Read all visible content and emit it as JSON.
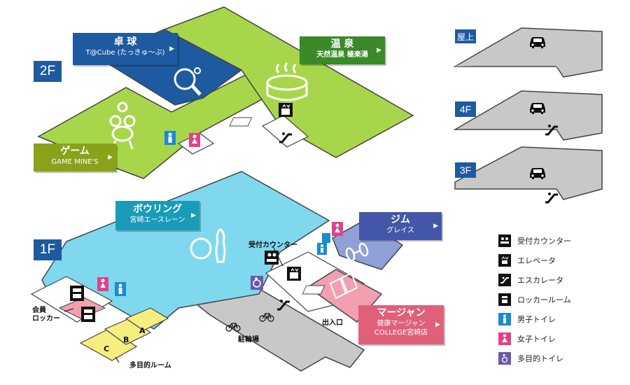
{
  "floors": {
    "f2": "2F",
    "f1": "1F",
    "roof": "屋上",
    "f4": "4F",
    "f3": "3F"
  },
  "callouts": {
    "pingpong": {
      "title": "卓 球",
      "sub": "T@Cube (たっきゅ〜ぶ)",
      "color": "#1e5aa0"
    },
    "onsen": {
      "title": "温 泉",
      "sub": "天然温泉 極楽湯",
      "color": "#3a8a2a"
    },
    "game": {
      "title": "ゲーム",
      "sub": "GAME MINE'S",
      "color": "#8aa11a"
    },
    "bowling": {
      "title": "ボウリング",
      "sub": "宮崎エースレーン",
      "color": "#1a9bb8"
    },
    "gym": {
      "title": "ジム",
      "sub": "グレイス",
      "color": "#4356a8"
    },
    "mahjong": {
      "title": "マージャン",
      "sub": "健康マージャン",
      "sub2": "COLLEGE宮崎店",
      "color": "#e0607a"
    }
  },
  "labels": {
    "reception": "受付カウンター",
    "member_locker_1": "会員",
    "member_locker_2": "ロッカー",
    "parking_bike": "駐輪場",
    "entrance": "出入口",
    "multipurpose_room": "多目的ルーム",
    "room_a": "A",
    "room_b": "B",
    "room_c": "C"
  },
  "legend": [
    {
      "icon": "reception-icon",
      "label": "受付カウンター"
    },
    {
      "icon": "elevator-icon",
      "label": "エレベータ"
    },
    {
      "icon": "escalator-icon",
      "label": "エスカレータ"
    },
    {
      "icon": "locker-icon",
      "label": "ロッカールーム"
    },
    {
      "icon": "men-toilet-icon",
      "label": "男子トイレ"
    },
    {
      "icon": "women-toilet-icon",
      "label": "女子トイレ"
    },
    {
      "icon": "accessible-toilet-icon",
      "label": "多目的トイレ"
    }
  ],
  "colors": {
    "floor_gray": "#c8c8c8",
    "pingpong_blue": "#1e5aa0",
    "onsen_green": "#a8d64a",
    "bowling_cyan": "#7fd8ee",
    "gym_blue": "#8fa0d8",
    "mahjong_pink": "#f2a0b0",
    "room_yellow": "#f6ef80",
    "men_blue": "#1a8ad4",
    "women_pink": "#e0428a",
    "accessible_purple": "#6a5aa8"
  }
}
